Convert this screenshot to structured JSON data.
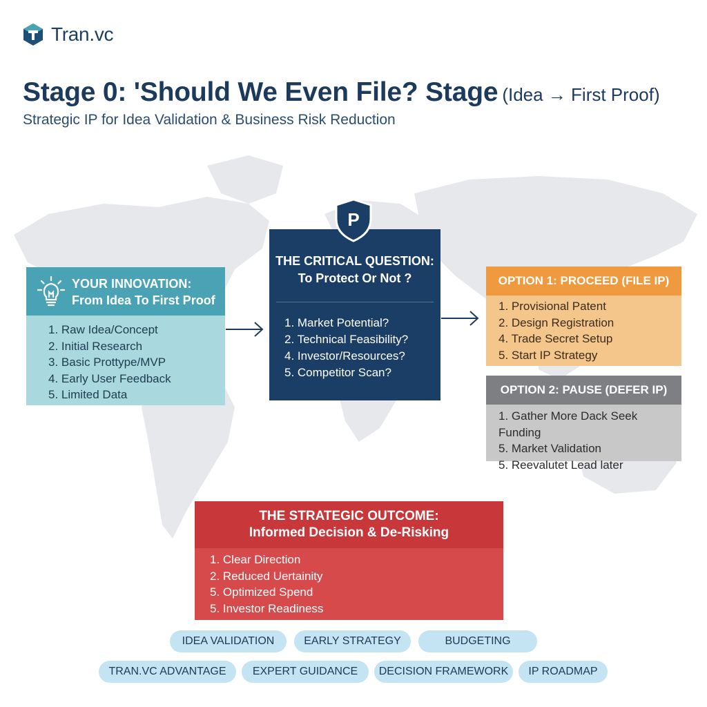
{
  "brand": {
    "name": "Tran.vc",
    "logo_icon": "tran-vc-logo-icon"
  },
  "header": {
    "title_main": "Stage 0: 'Should We Even File? Stage",
    "title_suffix": "(Idea → First Proof)",
    "subtitle": "Strategic IP for Idea Validation & Business Risk Reduction"
  },
  "innovation": {
    "icon": "lightbulb-icon",
    "heading_line1": "YOUR INNOVATION:",
    "heading_line2": "From Idea To First Proof",
    "items": [
      "1. Raw Idea/Concept",
      "2. Initial Research",
      "3. Basic Prottype/MVP",
      "4. Early User Feedback",
      "5. Limited Data"
    ]
  },
  "question": {
    "icon": "shield-p-icon",
    "shield_letter": "P",
    "heading_line1": "THE CRITICAL QUESTION:",
    "heading_line2": "To Protect Or Not ?",
    "items": [
      "1. Market Potential?",
      "2. Technical Feasibility?",
      "4. Investor/Resources?",
      "5. Competitor Scan?"
    ]
  },
  "option1": {
    "heading": "OPTION 1: PROCEED (FILE IP)",
    "items": [
      "1. Provisional Patent",
      "2. Design Registration",
      "4. Trade Secret Setup",
      "5. Start IP Strategy"
    ]
  },
  "option2": {
    "heading": "OPTION 2: PAUSE (DEFER IP)",
    "items": [
      "1. Gather More Dack Seek Funding",
      "5. Market Validation",
      "5. Reevalutet Lead later"
    ]
  },
  "outcome": {
    "heading_line1": "THE STRATEGIC OUTCOME:",
    "heading_line2": "Informed Decision & De-Risking",
    "items": [
      "1. Clear Direction",
      "2. Reduced Uertainity",
      "5. Optimized Spend",
      "5. Investor Readiness"
    ]
  },
  "tags": {
    "row1": [
      "IDEA VALIDATION",
      "EARLY STRATEGY",
      "BUDGETING"
    ],
    "row2": [
      "TRAN.VC ADVANTAGE",
      "EXPERT GUIDANCE",
      "DECISION FRAMEWORK",
      "IP ROADMAP"
    ]
  },
  "colors": {
    "navy": "#1b3e66",
    "teal": "#4aa3b5",
    "teal_light": "#a9d9df",
    "orange": "#ef9a3e",
    "orange_light": "#f5c68c",
    "gray": "#7d7f83",
    "gray_light": "#c8c8c8",
    "red": "#c8383b",
    "red_light": "#d64a4c",
    "tag_blue": "#c4e4f4"
  }
}
